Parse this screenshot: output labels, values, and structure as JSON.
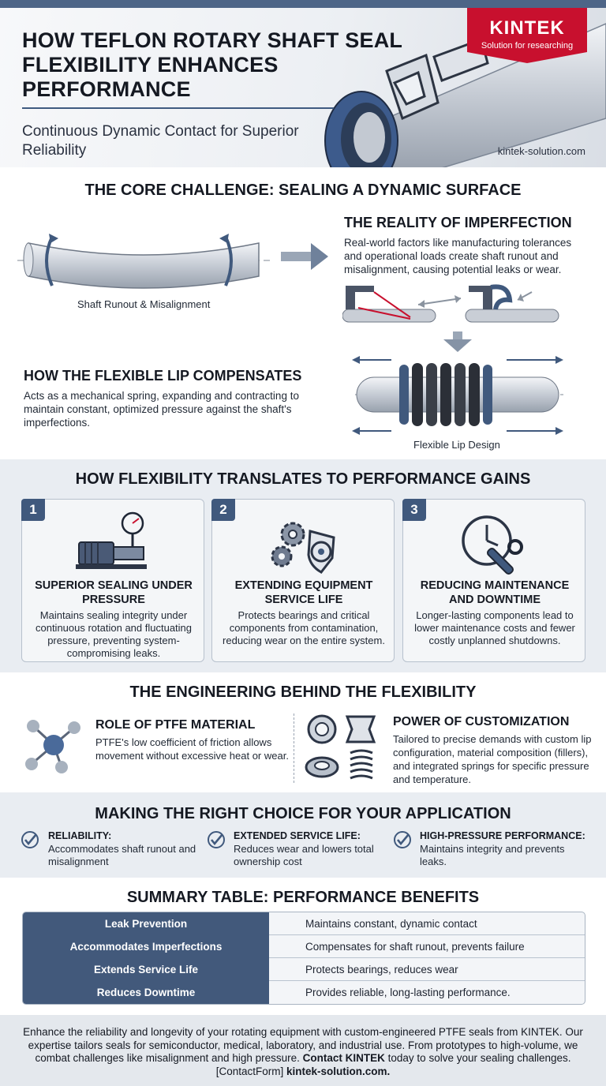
{
  "header": {
    "title": "HOW TEFLON ROTARY SHAFT SEAL FLEXIBILITY ENHANCES PERFORMANCE",
    "subtitle": "Continuous Dynamic Contact for Superior Reliability",
    "url": "kintek-solution.com",
    "brand": "KINTEK",
    "brand_tagline": "Solution for researching"
  },
  "core": {
    "title": "THE CORE CHALLENGE: SEALING A DYNAMIC SURFACE",
    "shaft_caption": "Shaft Runout & Misalignment",
    "reality_title": "THE REALITY OF IMPERFECTION",
    "reality_text": "Real-world factors like manufacturing tolerances and operational loads create shaft runout and misalignment, causing potential leaks or wear.",
    "flex_title": "HOW THE FLEXIBLE LIP COMPENSATES",
    "flex_text": "Acts as a mechanical spring, expanding and contracting to maintain constant, optimized pressure against the shaft's imperfections.",
    "lip_caption": "Flexible Lip Design"
  },
  "gains": {
    "title": "HOW FLEXIBILITY TRANSLATES TO PERFORMANCE GAINS",
    "cards": [
      {
        "num": "1",
        "title": "SUPERIOR SEALING UNDER PRESSURE",
        "text": "Maintains sealing integrity under continuous rotation and fluctuating pressure, preventing system-compromising leaks.",
        "icon": "pump-gauge-icon"
      },
      {
        "num": "2",
        "title": "EXTENDING EQUIPMENT SERVICE LIFE",
        "text": "Protects bearings and critical components from contamination, reducing wear on the entire system.",
        "icon": "gears-shield-icon"
      },
      {
        "num": "3",
        "title": "REDUCING MAINTENANCE AND DOWNTIME",
        "text": "Longer-lasting components lead to lower maintenance costs and fewer costly unplanned shutdowns.",
        "icon": "clock-wrench-icon"
      }
    ]
  },
  "engineering": {
    "title": "THE ENGINEERING BEHIND THE FLEXIBILITY",
    "ptfe_title": "ROLE OF PTFE MATERIAL",
    "ptfe_text": "PTFE's low coefficient of friction allows movement without excessive heat or wear.",
    "custom_title": "POWER OF CUSTOMIZATION",
    "custom_text": "Tailored to precise demands with custom lip configuration, material composition (fillers), and integrated springs for specific pressure and temperature."
  },
  "choice": {
    "title": "MAKING THE RIGHT CHOICE FOR YOUR APPLICATION",
    "items": [
      {
        "title": "RELIABILITY:",
        "text": "Accommodates shaft runout and misalignment"
      },
      {
        "title": "EXTENDED SERVICE LIFE:",
        "text": "Reduces wear and lowers total ownership cost"
      },
      {
        "title": "HIGH-PRESSURE PERFORMANCE:",
        "text": "Maintains integrity and prevents leaks."
      }
    ]
  },
  "summary": {
    "title": "SUMMARY TABLE: PERFORMANCE BENEFITS",
    "rows": [
      {
        "key": "Leak Prevention",
        "value": "Maintains constant, dynamic contact"
      },
      {
        "key": "Accommodates Imperfections",
        "value": "Compensates for shaft runout, prevents failure"
      },
      {
        "key": "Extends Service Life",
        "value": "Protects bearings, reduces wear"
      },
      {
        "key": "Reduces Downtime",
        "value": "Provides reliable, long-lasting performance."
      }
    ]
  },
  "footer": {
    "text_main": "Enhance the reliability and longevity of your rotating equipment with custom-engineered PTFE seals from KINTEK. Our expertise tailors seals for semiconductor, medical, laboratory, and industrial use. From prototypes to high-volume, we combat challenges like misalignment and high pressure.",
    "cta": "Contact KINTEK",
    "text_mid": "today to solve your sealing challenges. [ContactForm]",
    "link": "kintek-solution.com."
  },
  "colors": {
    "navy": "#40597d",
    "brand_red": "#c8102e",
    "steel": "#c9ced6"
  }
}
